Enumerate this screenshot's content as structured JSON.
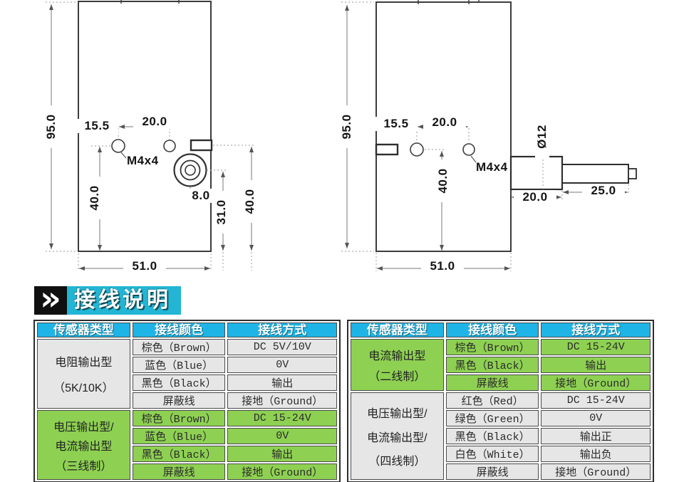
{
  "section": {
    "title": "接线说明",
    "chevron_icon": "»"
  },
  "colors": {
    "banner_black": "#101010",
    "banner_cyan": "#22b6d4",
    "table_header_cyan": "#1eb4e6",
    "row_green": "#8ed152",
    "row_gray": "#e6e6e6",
    "drawing_line": "#3c3c3c",
    "dimension_line": "#777777"
  },
  "drawings": {
    "front_view": {
      "labels": {
        "height": "95.0",
        "hole_offset": "15.5",
        "hole_pitch": "20.0",
        "thread": "M4x4",
        "left_drop": "40.0",
        "shaft_offset": "8.0",
        "shaft_drop": "31.0",
        "right_drop": "40.0",
        "width": "51.0"
      }
    },
    "side_view": {
      "labels": {
        "height": "95.0",
        "hole_offset": "15.5",
        "hole_pitch": "20.0",
        "thread": "M4x4",
        "hole_drop": "40.0",
        "shaft_diameter": "Ø12",
        "boss_length": "20.0",
        "shaft_length": "25.0",
        "width": "51.0"
      }
    }
  },
  "tables": [
    {
      "headers": [
        "传感器类型",
        "接线颜色",
        "接线方式"
      ],
      "groups": [
        {
          "type_lines": [
            "电阻输出型",
            "（5K/10K）"
          ],
          "rows": [
            [
              "棕色（Brown）",
              "DC 5V/10V"
            ],
            [
              "蓝色（Blue）",
              "0V"
            ],
            [
              "黑色（Black）",
              "输出"
            ],
            [
              "屏蔽线",
              "接地（Ground）"
            ]
          ]
        },
        {
          "type_lines": [
            "电压输出型/",
            "电流输出型",
            "（三线制）"
          ],
          "rows": [
            [
              "棕色（Brown）",
              "DC 15-24V"
            ],
            [
              "蓝色（Blue）",
              "0V"
            ],
            [
              "黑色（Black）",
              "输出"
            ],
            [
              "屏蔽线",
              "接地（Ground）"
            ]
          ]
        }
      ]
    },
    {
      "headers": [
        "传感器类型",
        "接线颜色",
        "接线方式"
      ],
      "groups": [
        {
          "type_lines": [
            "电流输出型",
            "（二线制）"
          ],
          "rows": [
            [
              "棕色（Brown）",
              "DC 15-24V"
            ],
            [
              "黑色（Black）",
              "输出"
            ],
            [
              "屏蔽线",
              "接地（Ground）"
            ]
          ]
        },
        {
          "type_lines": [
            "电压输出型/",
            "电流输出型/",
            "（四线制）"
          ],
          "rows": [
            [
              "红色（Red）",
              "DC 15-24V"
            ],
            [
              "绿色（Green）",
              "0V"
            ],
            [
              "黑色（Black）",
              "输出正"
            ],
            [
              "白色（White）",
              "输出负"
            ],
            [
              "屏蔽线",
              "接地（Ground）"
            ]
          ]
        }
      ]
    }
  ]
}
